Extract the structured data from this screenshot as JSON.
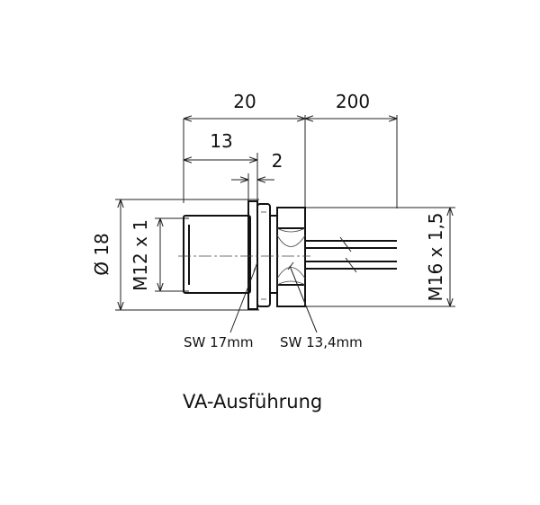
{
  "dimensions": {
    "overall_length": "20",
    "cable_length": "200",
    "body_length": "13",
    "flange_thickness": "2",
    "diameter": "Ø 18",
    "thread_front": "M12 x 1",
    "thread_rear": "M16 x 1,5"
  },
  "wrench_sizes": {
    "nut": "SW 17mm",
    "hex": "SW 13,4mm"
  },
  "caption": "VA-Ausführung"
}
